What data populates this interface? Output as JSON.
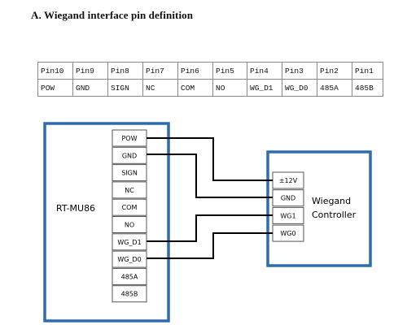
{
  "heading": "A.  Wiegand interface pin definition",
  "pin_table": {
    "header": [
      "Pin10",
      "Pin9",
      "Pin8",
      "Pin7",
      "Pin6",
      "Pin5",
      "Pin4",
      "Pin3",
      "Pin2",
      "Pin1"
    ],
    "values": [
      "POW",
      "GND",
      "SIGN",
      "NC",
      "COM",
      "NO",
      "WG_D1",
      "WG_D0",
      "485A",
      "485B"
    ]
  },
  "diagram": {
    "reader_label": "RT-MU86",
    "reader_pins": [
      "POW",
      "GND",
      "SIGN",
      "NC",
      "COM",
      "NO",
      "WG_D1",
      "WG_D0",
      "485A",
      "485B"
    ],
    "controller_label_line1": "Wiegand",
    "controller_label_line2": "Controller",
    "controller_pins": [
      "±12V",
      "GND",
      "WG1",
      "WG0"
    ],
    "wires": [
      {
        "from": "POW",
        "to": "±12V"
      },
      {
        "from": "GND",
        "to": "GND"
      },
      {
        "from": "WG_D1",
        "to": "WG1"
      },
      {
        "from": "WG_D0",
        "to": "WG0"
      }
    ],
    "colors": {
      "frame": "#2f6bb0",
      "wire": "#000000",
      "pin_border": "#555555"
    }
  }
}
